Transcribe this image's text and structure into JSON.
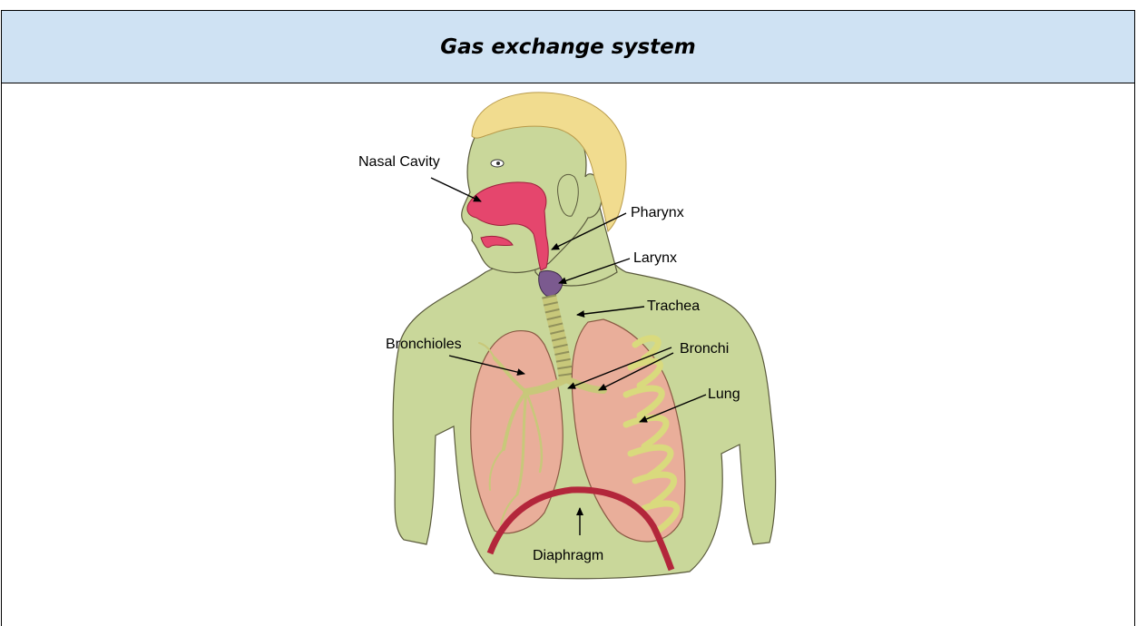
{
  "title": "Gas exchange system",
  "labels": {
    "nasal_cavity": "Nasal Cavity",
    "pharynx": "Pharynx",
    "larynx": "Larynx",
    "trachea": "Trachea",
    "bronchioles": "Bronchioles",
    "bronchi": "Bronchi",
    "lung": "Lung",
    "diaphragm": "Diaphragm"
  },
  "colors": {
    "header_bg": "#cfe2f3",
    "skin": "#c9d79a",
    "hair": "#f1dc8f",
    "nasal": "#e5466d",
    "larynx": "#7b5a8f",
    "lung": "#e9ae9a",
    "rib": "#d9da7d",
    "diaphragm": "#b3263b"
  }
}
